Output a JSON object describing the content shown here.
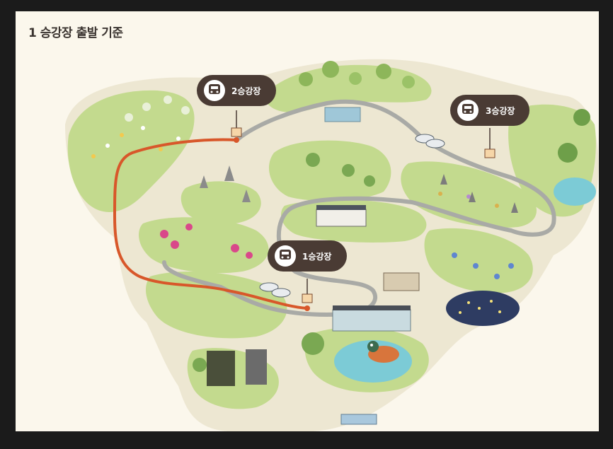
{
  "map": {
    "title": "1 승강장 출발 기준"
  },
  "stations": [
    {
      "id": "station-1",
      "label": "1승강장",
      "icon": "train-icon"
    },
    {
      "id": "station-2",
      "label": "2승강장",
      "icon": "train-icon"
    },
    {
      "id": "station-3",
      "label": "3승강장",
      "icon": "train-icon"
    }
  ],
  "colors": {
    "background": "#fbf7ec",
    "land": "#ede7d2",
    "grass": "#b7d27f",
    "grass_dark": "#8db65a",
    "track": "#a9aaa6",
    "route": "#d8572a",
    "pin": "#4a3b34",
    "water": "#7ccbd6",
    "night_pond": "#2e3c62"
  }
}
